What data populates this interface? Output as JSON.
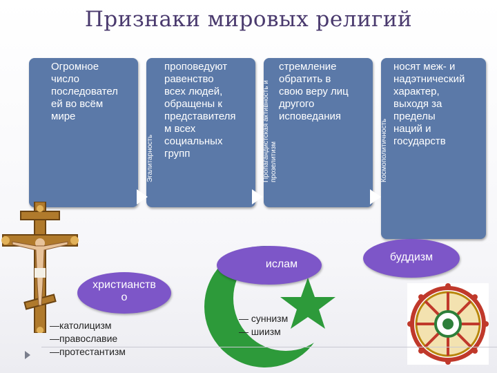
{
  "title": "Признаки мировых религий",
  "columns": [
    {
      "label": "",
      "text": "Огромное\nчисло\nпоследовател\nей во всём\nмире"
    },
    {
      "label": "Эгалитарность",
      "text": "проповедуют\nравенство\nвсех людей,\nобращены к\nпредставителя\nм всех\nсоциальных\nгрупп"
    },
    {
      "label": "Пропагандистская активность и\nпрозелитизм",
      "text": "стремление\nобратить в\nсвою веру лиц\nдругого\nисповедания"
    },
    {
      "label": "Космополитичность",
      "text": "носят меж- и\nнадэтнический\nхарактер,\nвыходя за\nпределы\nнаций и\nгосударств"
    }
  ],
  "religions": {
    "christianity": {
      "name": "христианств\nо",
      "branches": "—католицизм\n—православие\n—протестантизм"
    },
    "islam": {
      "name": "ислам",
      "branches": "— суннизм\n— шиизм"
    },
    "buddhism": {
      "name": "буддизм"
    }
  },
  "colors": {
    "box": "#5b79a8",
    "oval": "#7d56c8",
    "crescent": "#2d9a3a",
    "title": "#4a3a6e"
  },
  "icons": [
    "cross-icon",
    "crescent-star-icon",
    "dharma-wheel-icon",
    "nav-arrow-icon"
  ]
}
